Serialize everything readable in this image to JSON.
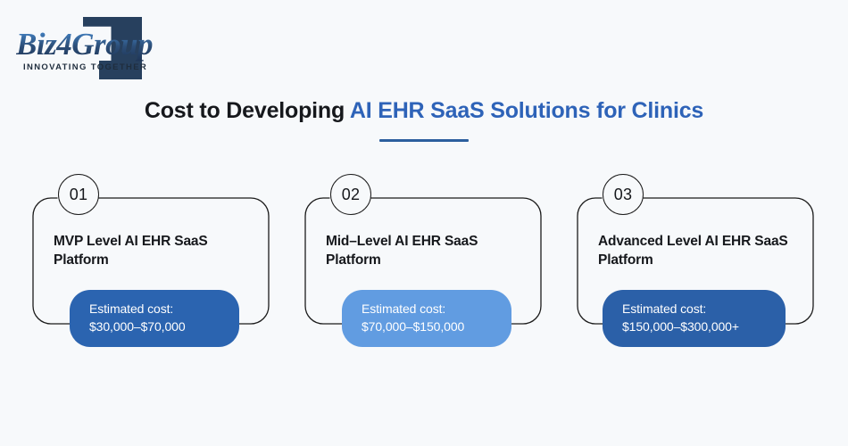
{
  "logo": {
    "wordmark": "Biz4Group",
    "tagline": "INNOVATING TOGETHER",
    "mark_color": "#27405e"
  },
  "heading": {
    "prefix": "Cost to Developing ",
    "accent": "AI EHR SaaS Solutions for Clinics",
    "accent_color": "#2e63b8",
    "rule_color": "#2c5f9e"
  },
  "cards": [
    {
      "number": "01",
      "title": "MVP Level AI EHR SaaS Platform",
      "cost_label": "Estimated cost:",
      "cost_value": "$30,000–$70,000",
      "pill_color": "#2b64b0"
    },
    {
      "number": "02",
      "title": "Mid–Level AI EHR SaaS Platform",
      "cost_label": "Estimated cost:",
      "cost_value": "$70,000–$150,000",
      "pill_color": "#619ce1"
    },
    {
      "number": "03",
      "title": "Advanced Level AI EHR SaaS Platform",
      "cost_label": "Estimated cost:",
      "cost_value": "$150,000–$300,000+",
      "pill_color": "#2b60a8"
    }
  ]
}
